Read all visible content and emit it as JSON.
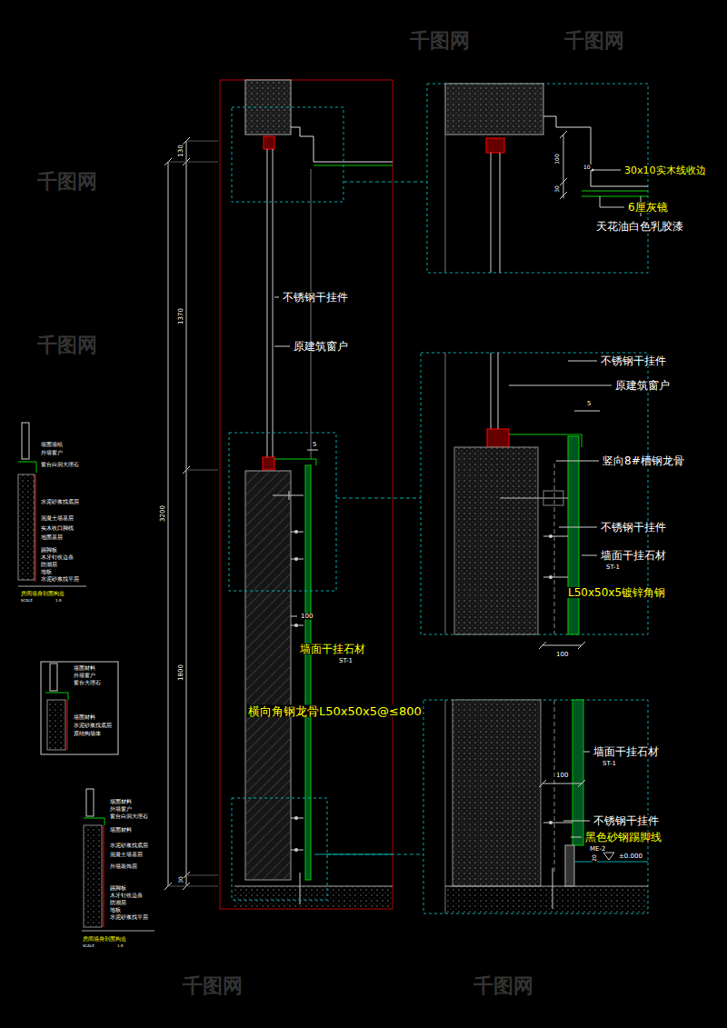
{
  "diagram": {
    "labels": [
      "130",
      "1370",
      "3200",
      "1800",
      "30",
      "不锈钢干挂件",
      "原建筑窗户",
      "5",
      "100",
      "墙面干挂石材",
      "ST-1",
      "横向角钢龙骨L50x50x5@≤800",
      "100",
      "30",
      "10",
      "30x10实木线收边",
      "6厘灰镜",
      "天花油白色乳胶漆",
      "不锈钢干挂件",
      "原建筑窗户",
      "5",
      "竖向8#槽钢龙骨",
      "不锈钢干挂件",
      "墙面干挂石材",
      "ST-1",
      "L50x50x5镀锌角钢",
      "100",
      "墙面干挂石材",
      "ST-1",
      "100",
      "不锈钢干挂件",
      "黑色砂钢踢脚线",
      "ME-2",
      "20",
      "±0.000",
      "墙面墙纸",
      "外墙窗户",
      "窗台白洞大理石",
      "水泥砂浆找底层",
      "混凝土墙基层",
      "实木收口脚线",
      "地面基层",
      "踢脚板",
      "木牙钉收边条",
      "防潮层",
      "地板",
      "水泥砂浆找平层",
      "房间墙身剖面构造",
      "SCALE",
      "1:5",
      "墙面材料",
      "外墙窗户",
      "窗台大理石",
      "墙面材料",
      "水泥砂浆找底层",
      "原结构墙体",
      "墙面材料",
      "外墙窗户",
      "窗台白洞大理石",
      "墙面材料",
      "水泥砂浆找底层",
      "混凝土墙基层",
      "外墙装饰层",
      "踢脚板",
      "木牙钉收边条",
      "防潮层",
      "地板",
      "水泥砂浆找平层",
      "房间墙身剖面构造",
      "SCALE",
      "1:5",
      "千图网",
      "千图网",
      "千图网",
      "千图网",
      "千图网",
      "千图网"
    ]
  }
}
